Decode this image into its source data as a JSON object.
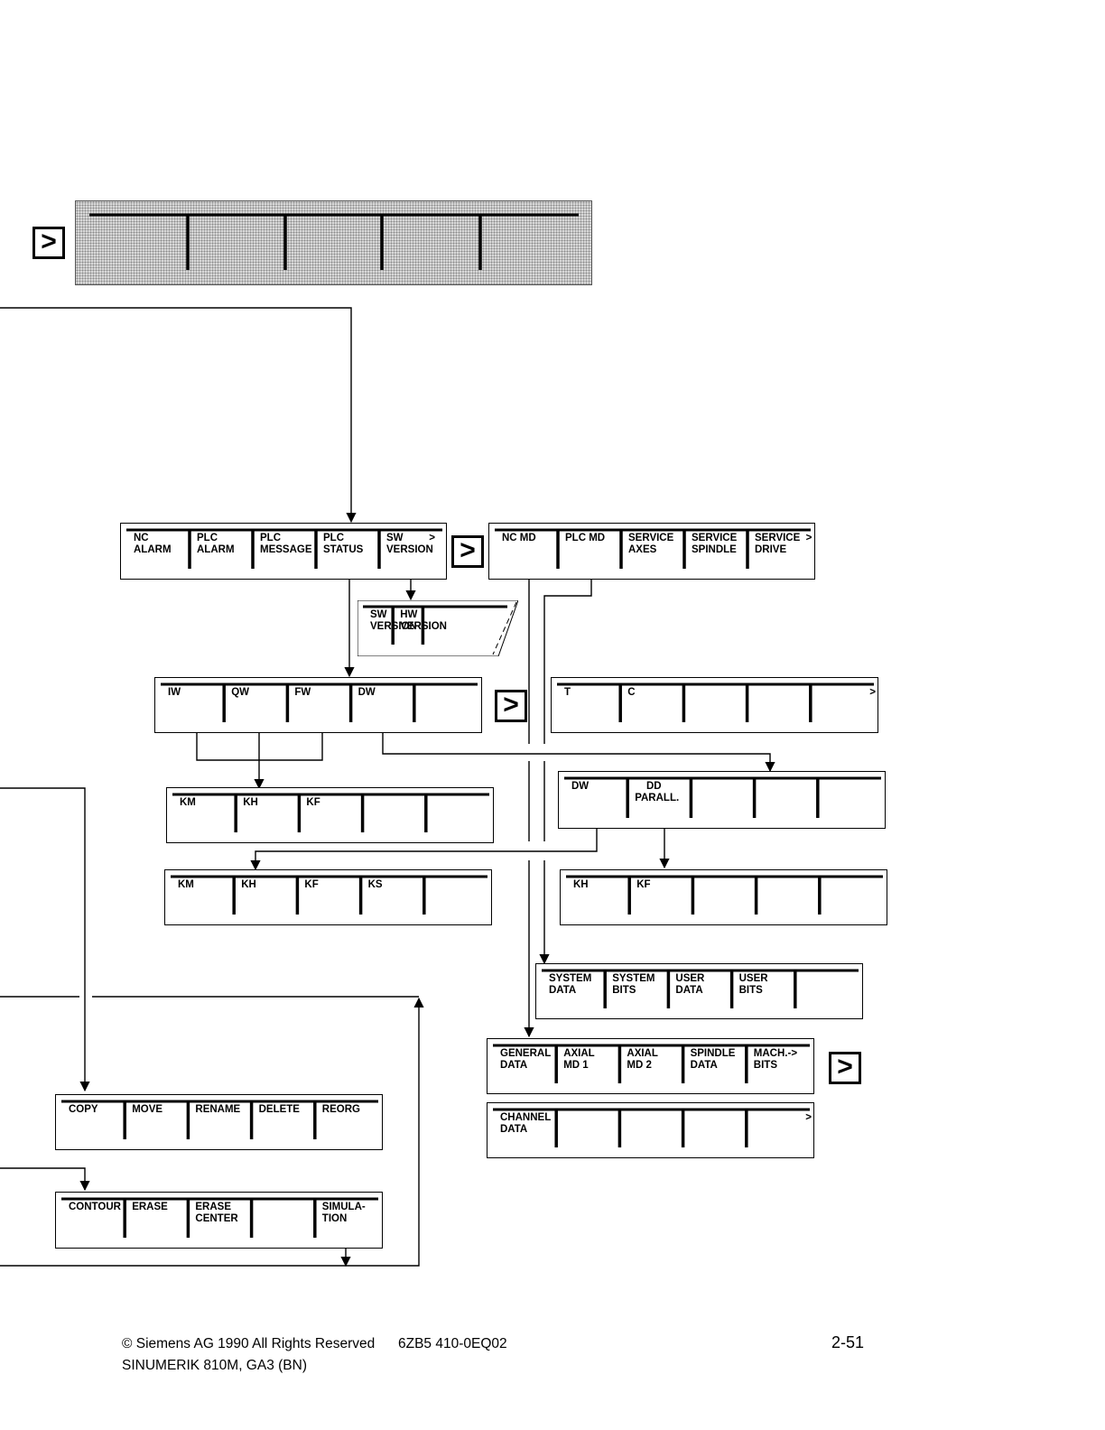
{
  "top_menu": {
    "keys": [
      "",
      "",
      "",
      "",
      ""
    ]
  },
  "more_symbol": ">",
  "menus": {
    "alarm": {
      "keys": [
        "NC\nALARM",
        "PLC\nALARM",
        "PLC\nMESSAGE",
        "PLC\nSTATUS",
        "SW         >\nVERSION"
      ]
    },
    "sw": {
      "keys": [
        "SW\nVERSION",
        "HW\nVERSION"
      ]
    },
    "operands": {
      "keys": [
        "IW",
        "QW",
        "FW",
        "DW",
        ""
      ]
    },
    "km1": {
      "keys": [
        "KM",
        "KH",
        "KF",
        "",
        ""
      ]
    },
    "km2": {
      "keys": [
        "KM",
        "KH",
        "KF",
        "KS",
        ""
      ]
    },
    "files": {
      "keys": [
        "COPY",
        "MOVE",
        "RENAME",
        "DELETE",
        "REORG"
      ]
    },
    "contour": {
      "keys": [
        "CONTOUR",
        "ERASE",
        "ERASE\nCENTER",
        "",
        "SIMULA-\nTION"
      ]
    },
    "md": {
      "keys": [
        "NC MD",
        "PLC MD",
        "SERVICE\nAXES",
        "SERVICE\nSPINDLE",
        "SERVICE  >\nDRIVE"
      ]
    },
    "tc": {
      "keys": [
        "T",
        "C",
        "",
        "",
        "                  >"
      ]
    },
    "dw": {
      "keys": [
        "DW",
        "    DD\nPARALL.",
        "",
        "",
        ""
      ]
    },
    "khkf": {
      "keys": [
        "KH",
        "KF",
        "",
        "",
        ""
      ]
    },
    "system": {
      "keys": [
        "SYSTEM\nDATA",
        "SYSTEM\nBITS",
        "USER\nDATA",
        "USER\nBITS",
        ""
      ]
    },
    "general": {
      "keys": [
        "GENERAL\nDATA",
        "AXIAL\nMD 1",
        "AXIAL\nMD 2",
        "SPINDLE\nDATA",
        "MACH.->\nBITS"
      ]
    },
    "channel": {
      "keys": [
        "CHANNEL\nDATA",
        "",
        "",
        "",
        "                  >"
      ]
    }
  },
  "footer": {
    "copyright": "© Siemens AG 1990 All Rights Reserved",
    "order_no": "6ZB5 410-0EQ02",
    "product": "SINUMERIK 810M, GA3 (BN)",
    "page": "2-51"
  }
}
